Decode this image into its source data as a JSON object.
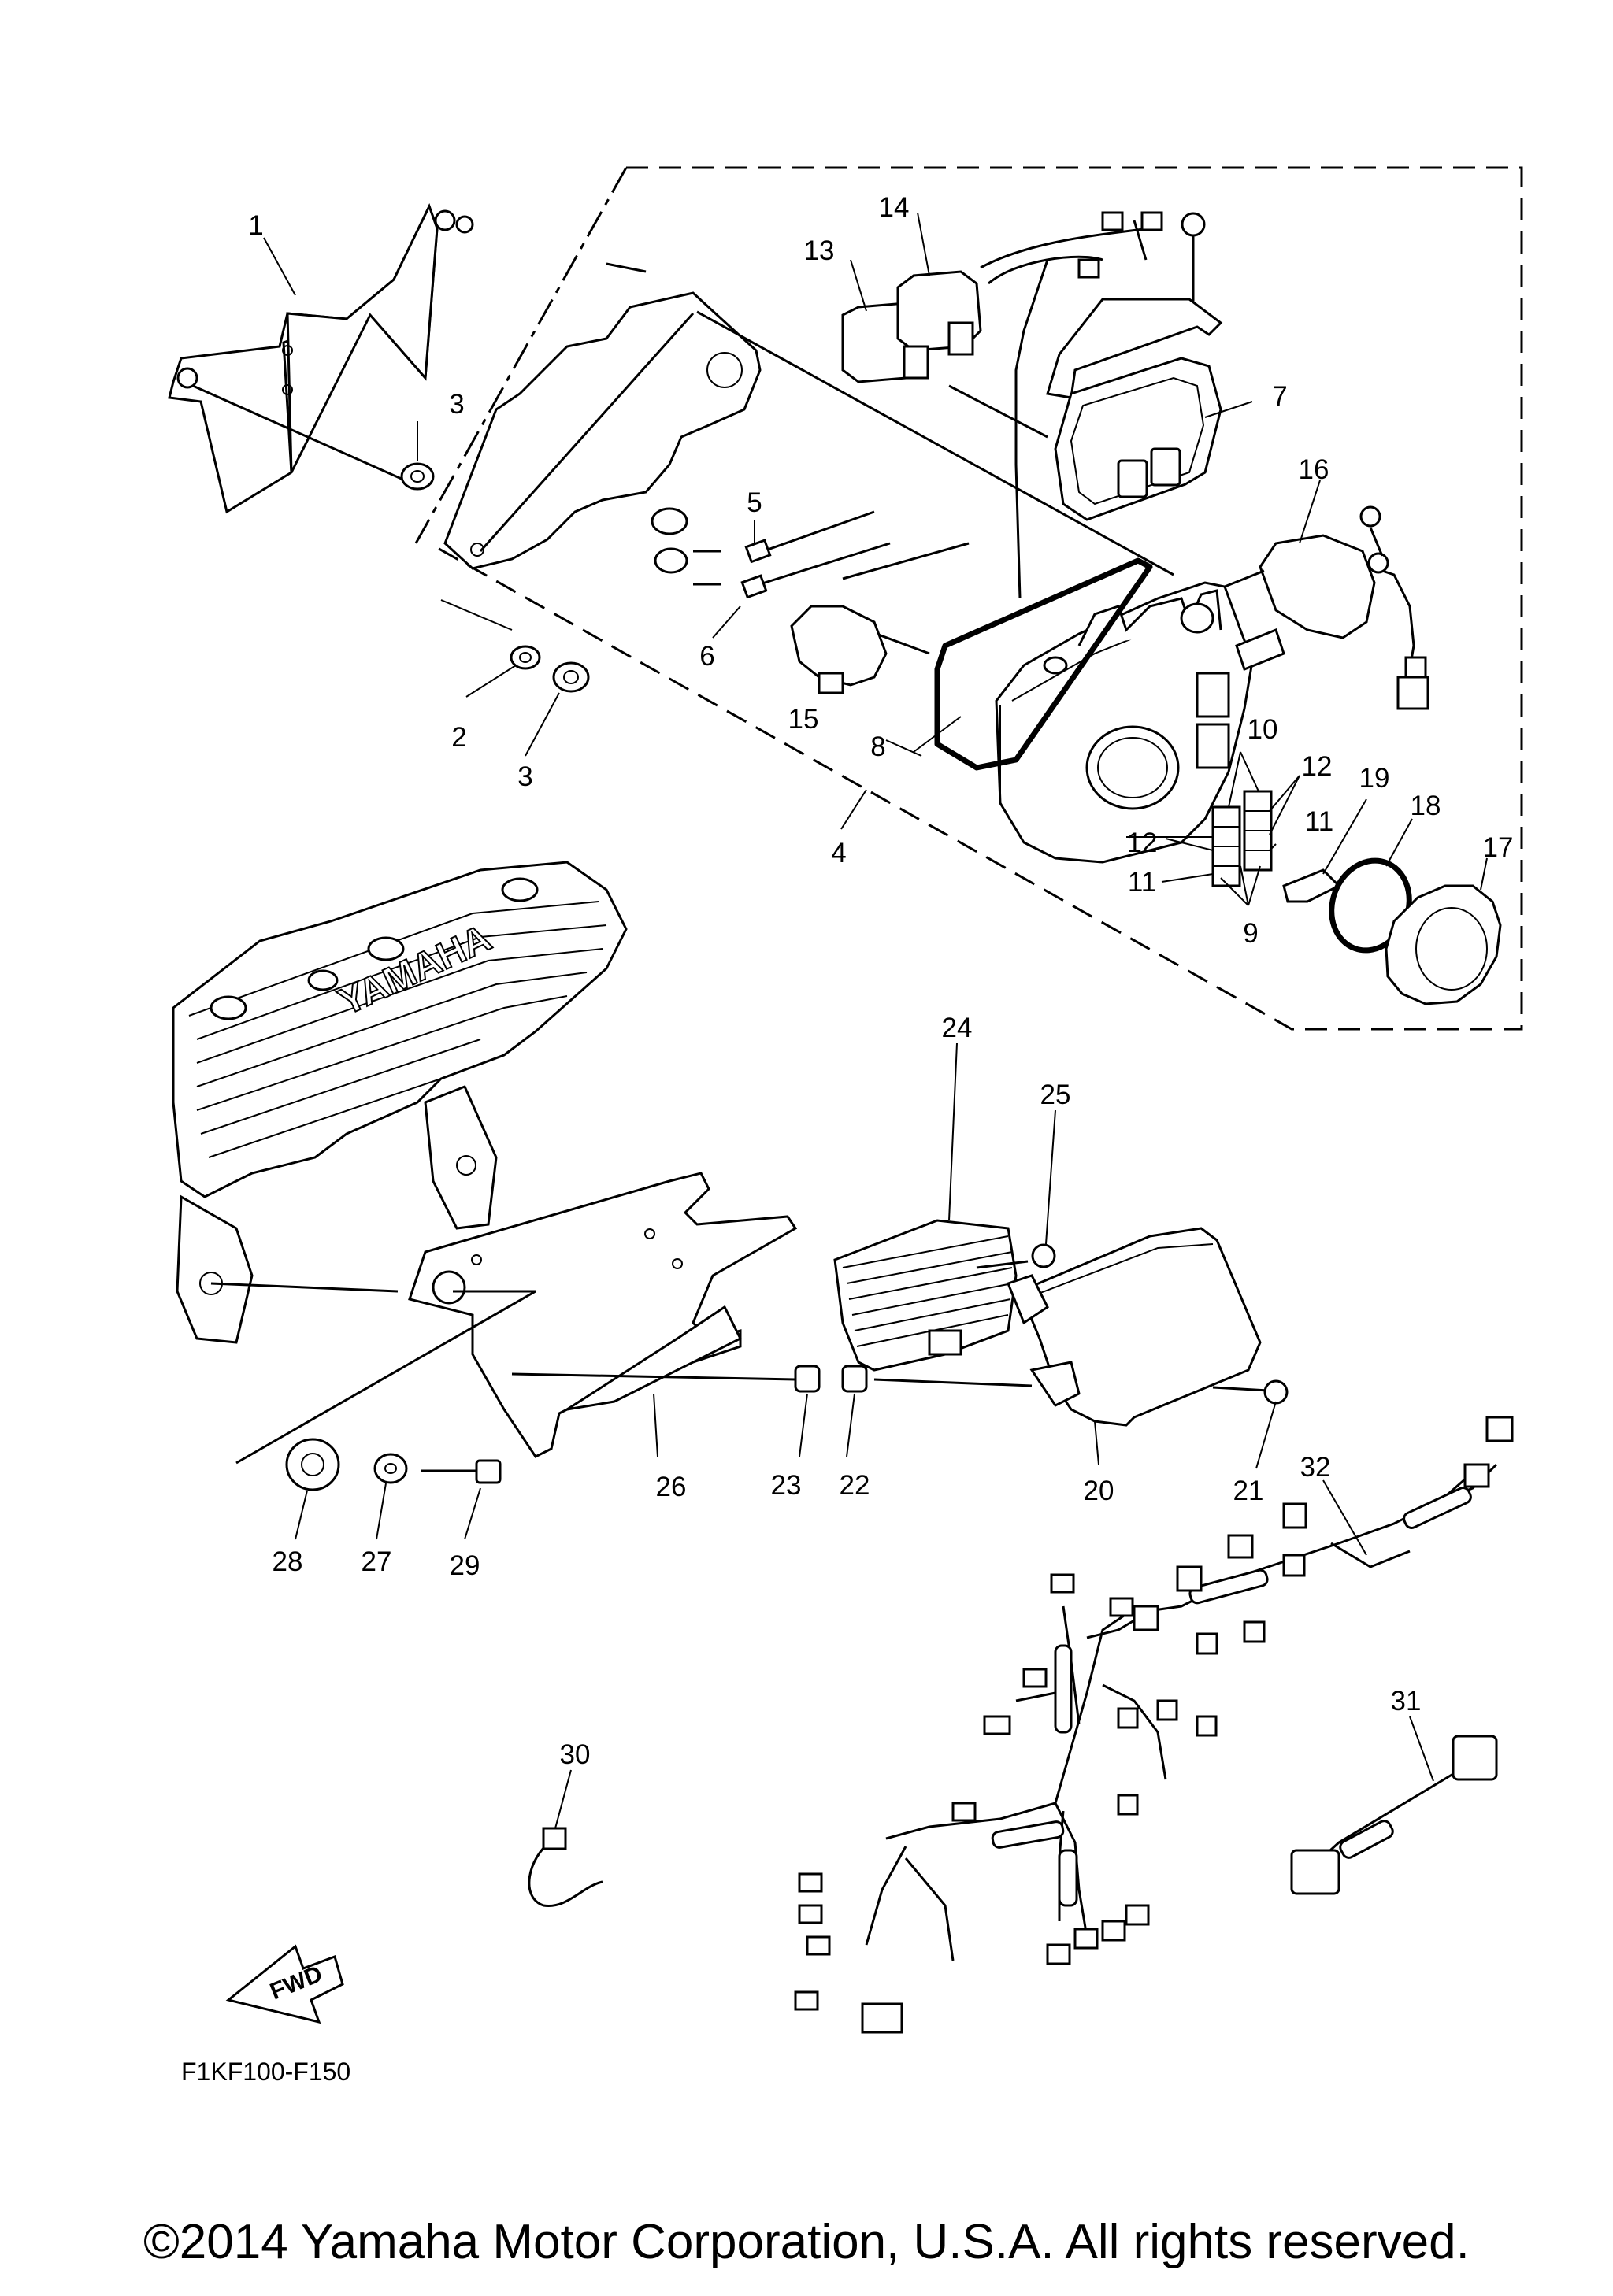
{
  "diagram_code": "F1KF100-F150",
  "fwd_label": "FWD",
  "brand_text": "YAMAHA",
  "copyright": "©2014 Yamaha Motor Corporation, U.S.A. All rights reserved.",
  "callouts": [
    "1",
    "2",
    "3",
    "3",
    "4",
    "5",
    "6",
    "7",
    "8",
    "9",
    "10",
    "11",
    "11",
    "12",
    "12",
    "13",
    "14",
    "15",
    "16",
    "17",
    "18",
    "19",
    "20",
    "21",
    "22",
    "23",
    "24",
    "25",
    "26",
    "27",
    "28",
    "29",
    "30",
    "31",
    "32"
  ]
}
